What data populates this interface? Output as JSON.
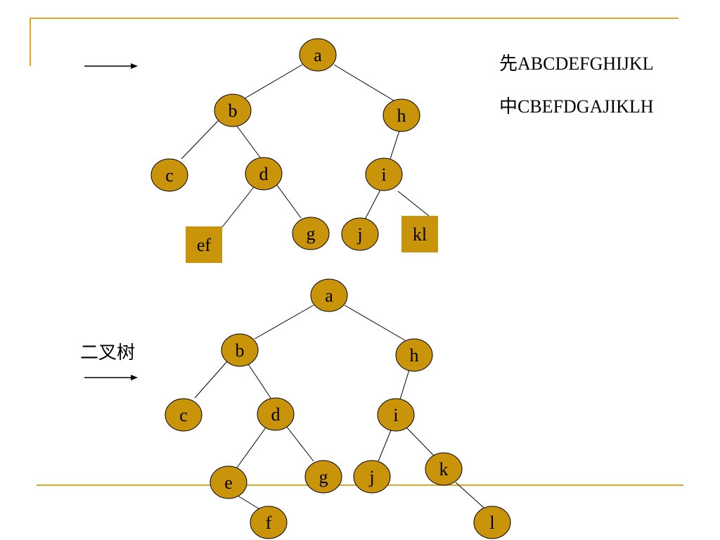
{
  "colors": {
    "accent_line": "#e2a62b",
    "node_fill": "#c9940a",
    "node_stroke": "#000000",
    "edge": "#000000"
  },
  "annotations": {
    "preorder": "先ABCDEFGHIJKL",
    "inorder": "中CBEFDGAJIKLH",
    "binary_tree_label": "二叉树"
  },
  "forest_tree": {
    "nodes": [
      {
        "id": "a",
        "label": "a",
        "shape": "circle"
      },
      {
        "id": "b",
        "label": "b",
        "shape": "circle"
      },
      {
        "id": "h",
        "label": "h",
        "shape": "circle"
      },
      {
        "id": "c",
        "label": "c",
        "shape": "circle"
      },
      {
        "id": "d",
        "label": "d",
        "shape": "circle"
      },
      {
        "id": "i",
        "label": "i",
        "shape": "circle"
      },
      {
        "id": "ef",
        "label": "ef",
        "shape": "square"
      },
      {
        "id": "g",
        "label": "g",
        "shape": "circle"
      },
      {
        "id": "j",
        "label": "j",
        "shape": "circle"
      },
      {
        "id": "kl",
        "label": "kl",
        "shape": "square"
      }
    ],
    "edges": [
      [
        "a",
        "b"
      ],
      [
        "a",
        "h"
      ],
      [
        "b",
        "c"
      ],
      [
        "b",
        "d"
      ],
      [
        "h",
        "i"
      ],
      [
        "d",
        "ef"
      ],
      [
        "d",
        "g"
      ],
      [
        "i",
        "j"
      ],
      [
        "i",
        "kl"
      ]
    ]
  },
  "binary_tree": {
    "nodes": [
      {
        "id": "a",
        "label": "a",
        "shape": "circle"
      },
      {
        "id": "b",
        "label": "b",
        "shape": "circle"
      },
      {
        "id": "h",
        "label": "h",
        "shape": "circle"
      },
      {
        "id": "c",
        "label": "c",
        "shape": "circle"
      },
      {
        "id": "d",
        "label": "d",
        "shape": "circle"
      },
      {
        "id": "i",
        "label": "i",
        "shape": "circle"
      },
      {
        "id": "e",
        "label": "e",
        "shape": "circle"
      },
      {
        "id": "g",
        "label": "g",
        "shape": "circle"
      },
      {
        "id": "j",
        "label": "j",
        "shape": "circle"
      },
      {
        "id": "k",
        "label": "k",
        "shape": "circle"
      },
      {
        "id": "f",
        "label": "f",
        "shape": "circle"
      },
      {
        "id": "l",
        "label": "l",
        "shape": "circle"
      }
    ],
    "edges": [
      [
        "a",
        "b"
      ],
      [
        "a",
        "h"
      ],
      [
        "b",
        "c"
      ],
      [
        "b",
        "d"
      ],
      [
        "h",
        "i"
      ],
      [
        "d",
        "e"
      ],
      [
        "d",
        "g"
      ],
      [
        "i",
        "j"
      ],
      [
        "i",
        "k"
      ],
      [
        "e",
        "f"
      ],
      [
        "k",
        "l"
      ]
    ]
  }
}
